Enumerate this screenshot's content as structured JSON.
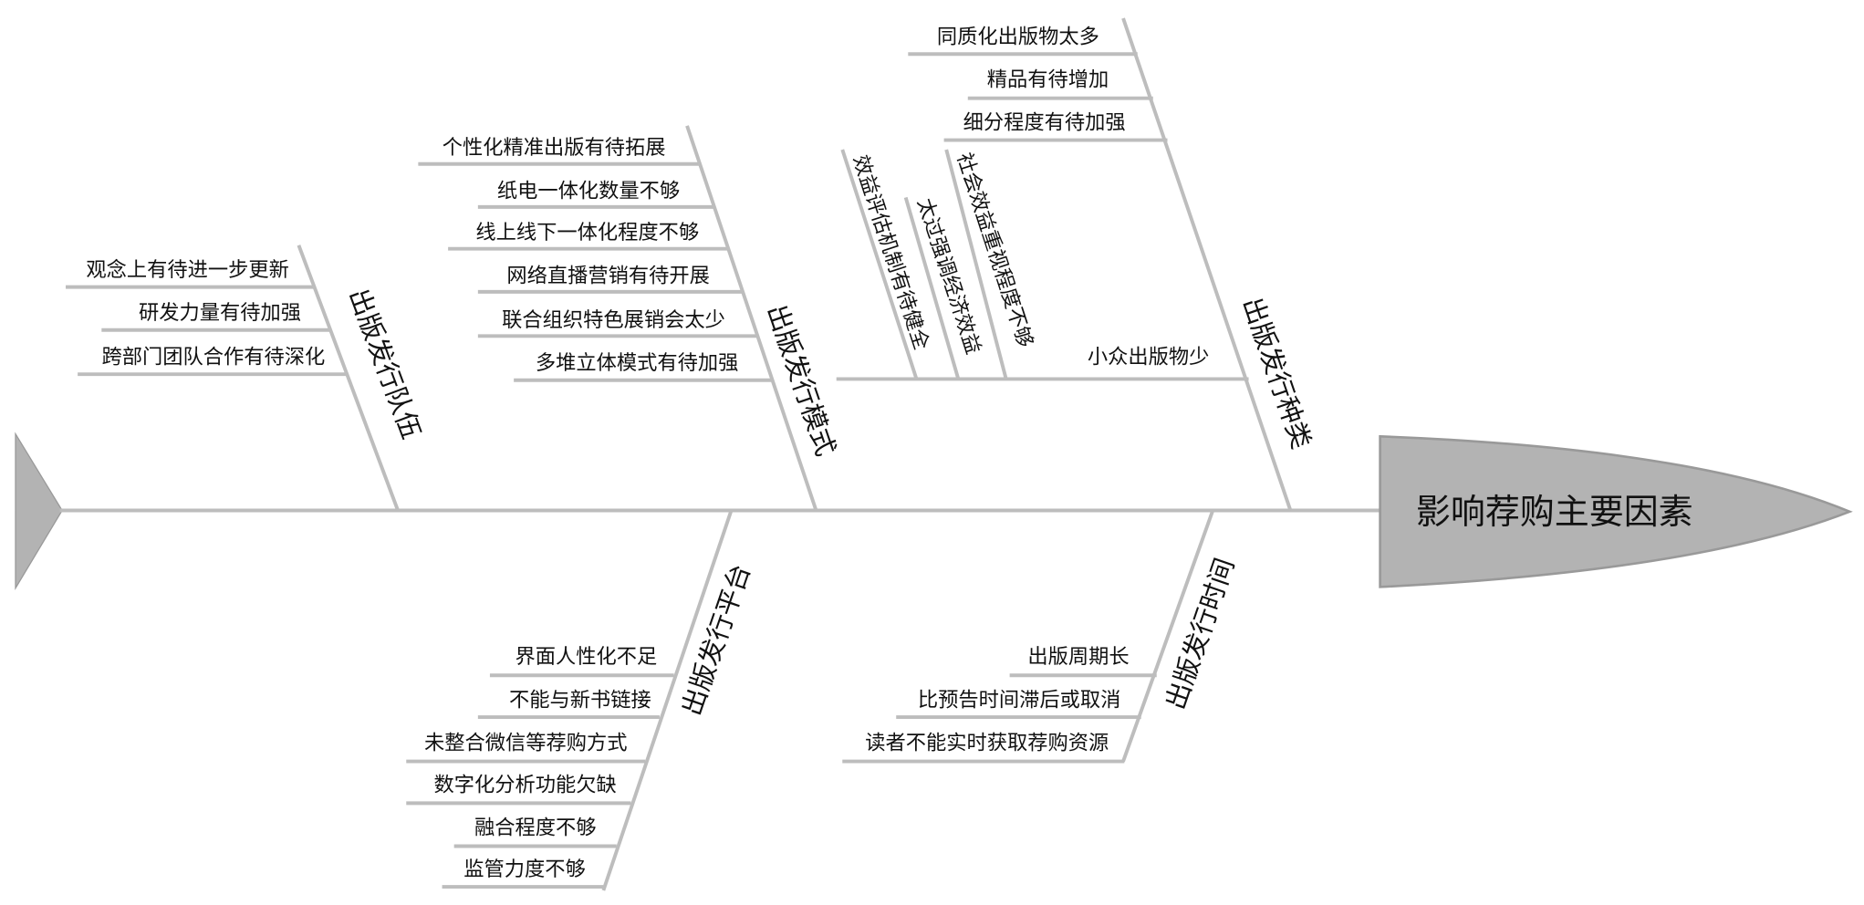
{
  "head": {
    "title": "影响荐购主要因素",
    "fill": "#b3b3b3"
  },
  "branches": {
    "team": {
      "label": "出版发行队伍",
      "causes": [
        "观念上有待进一步更新",
        "研发力量有待加强",
        "跨部门团队合作有待深化"
      ]
    },
    "mode": {
      "label": "出版发行模式",
      "causes": [
        "个性化精准出版有待拓展",
        "纸电一体化数量不够",
        "线上线下一体化程度不够",
        "网络直播营销有待开展",
        "联合组织特色展销会太少",
        "多堆立体模式有待加强"
      ]
    },
    "kind": {
      "label": "出版发行种类",
      "causes": [
        "同质化出版物太多",
        "精品有待增加",
        "细分程度有待加强",
        "小众出版物少"
      ],
      "sub_causes": [
        "效益评估机制有待健全",
        "太过强调经济效益",
        "社会效益重视程度不够"
      ]
    },
    "platform": {
      "label": "出版发行平台",
      "causes": [
        "界面人性化不足",
        "不能与新书链接",
        "未整合微信等荐购方式",
        "数字化分析功能欠缺",
        "融合程度不够",
        "监管力度不够"
      ]
    },
    "time": {
      "label": "出版发行时间",
      "causes": [
        "出版周期长",
        "比预告时间滞后或取消",
        "读者不能实时获取荐购资源"
      ]
    }
  }
}
